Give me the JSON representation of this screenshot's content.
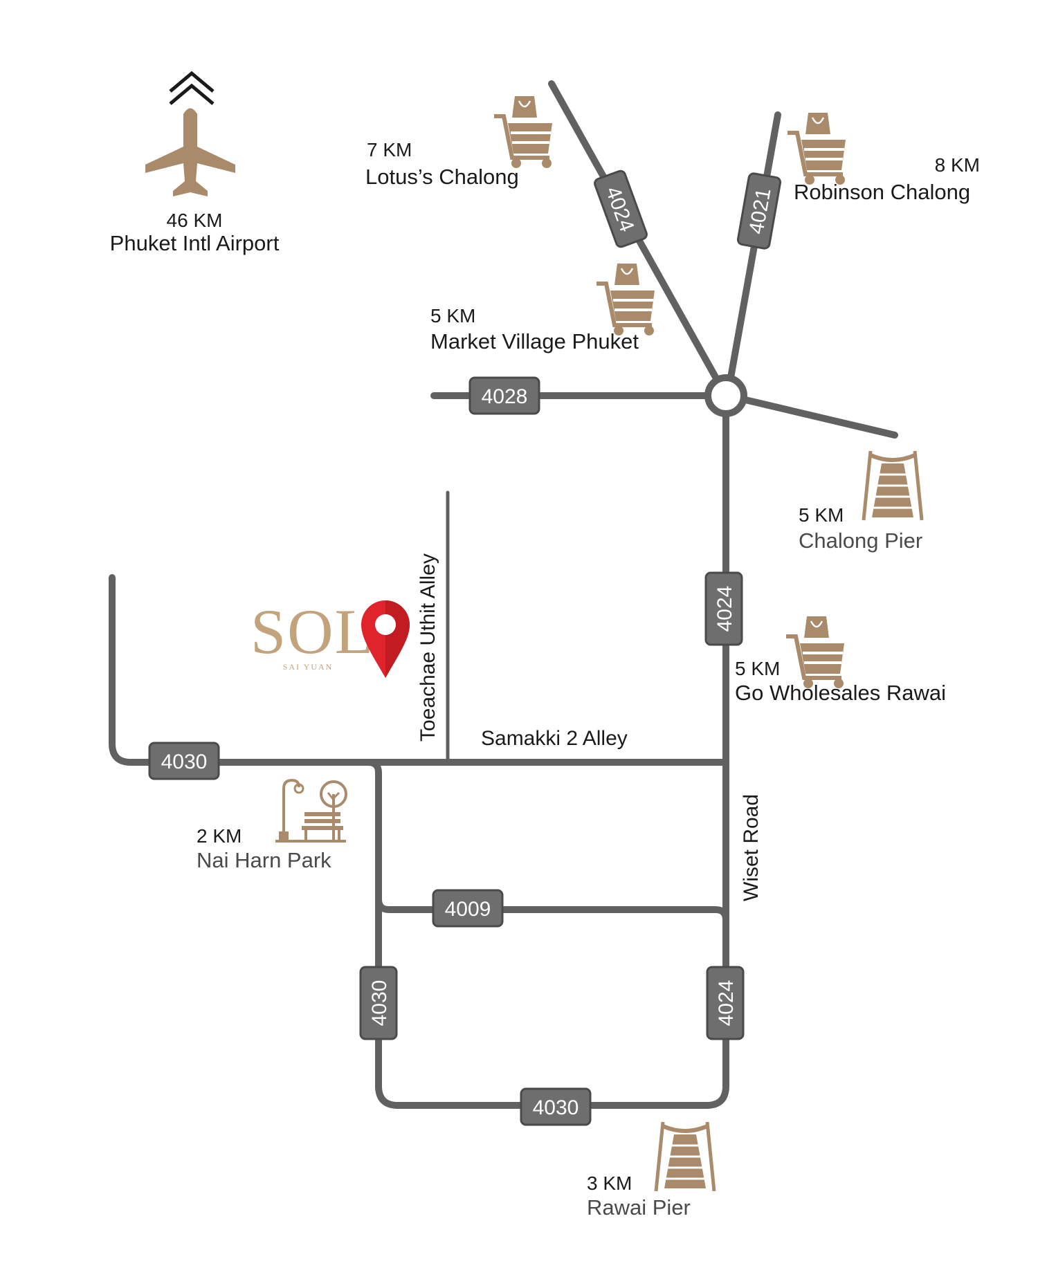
{
  "colors": {
    "road": "#616161",
    "badge": "#6e6e6e",
    "icon": "#a98b6b",
    "pin": "#e0242b",
    "logo": "#c3a37c"
  },
  "north_icon": "double-chevron-up-icon",
  "airport": {
    "distance": "46 KM",
    "name": "Phuket Intl Airport",
    "icon": "airplane-icon"
  },
  "places": {
    "lotus": {
      "distance": "7 KM",
      "name": "Lotus’s Chalong",
      "icon": "shopping-cart-icon"
    },
    "robinson": {
      "distance": "8 KM",
      "name": "Robinson Chalong",
      "icon": "shopping-cart-icon"
    },
    "market_village": {
      "distance": "5 KM",
      "name": "Market Village Phuket",
      "icon": "shopping-cart-icon"
    },
    "chalong_pier": {
      "distance": "5 KM",
      "name": "Chalong Pier",
      "icon": "pier-icon"
    },
    "go_wholesales": {
      "distance": "5 KM",
      "name": "Go Wholesales Rawai",
      "icon": "shopping-cart-icon"
    },
    "nai_harn_park": {
      "distance": "2 KM",
      "name": "Nai Harn Park",
      "icon": "park-bench-icon"
    },
    "rawai_pier": {
      "distance": "3 KM",
      "name": "Rawai Pier",
      "icon": "pier-icon"
    }
  },
  "streets": {
    "toeachae": "Toeachae Uthit Alley",
    "samakki": "Samakki 2 Alley",
    "wiset": "Wiset Road"
  },
  "road_badges": {
    "r4024_top": "4024",
    "r4021": "4021",
    "r4028": "4028",
    "r4024_mid": "4024",
    "r4030_left": "4030",
    "r4009": "4009",
    "r4030_vert": "4030",
    "r4024_low": "4024",
    "r4030_bottom": "4030"
  },
  "logo": {
    "text": "SOL",
    "subtitle": "SAI YUAN",
    "icon": "map-pin-icon"
  }
}
